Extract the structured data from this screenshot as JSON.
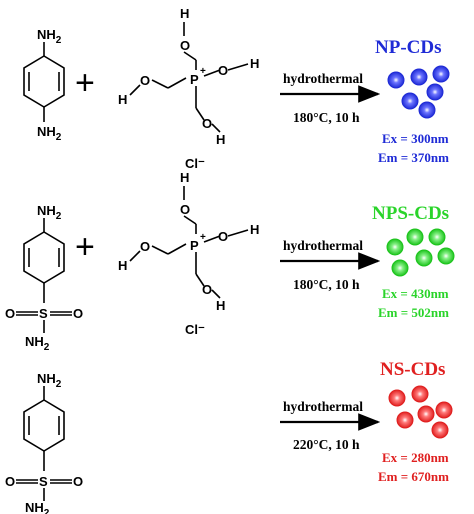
{
  "colors": {
    "np": "#1f2bd6",
    "nps": "#2ad42a",
    "ns": "#e02020"
  },
  "reactions": [
    {
      "amine": {
        "top": "NH2",
        "bottom": "NH2"
      },
      "phosphonium": {
        "charge": "+",
        "counterion": "Cl⁻"
      },
      "plus": "+",
      "condition_top": "hydrothermal",
      "condition_bottom": "180°C, 10 h",
      "product": "NP-CDs",
      "ex": "Ex = 300nm",
      "em": "Em = 370nm",
      "color_key": "np"
    },
    {
      "amine": {
        "top": "NH2",
        "bottom": "NH2",
        "sulfonyl": "S",
        "oxygen": "O"
      },
      "phosphonium": {
        "charge": "+",
        "counterion": "Cl⁻"
      },
      "plus": "+",
      "condition_top": "hydrothermal",
      "condition_bottom": "180°C, 10 h",
      "product": "NPS-CDs",
      "ex": "Ex = 430nm",
      "em": "Em = 502nm",
      "color_key": "nps"
    },
    {
      "amine": {
        "top": "NH2",
        "bottom": "NH2",
        "sulfonyl": "S",
        "oxygen": "O"
      },
      "condition_top": "hydrothermal",
      "condition_bottom": "220°C, 10 h",
      "product": "NS-CDs",
      "ex": "Ex = 280nm",
      "em": "Em = 670nm",
      "color_key": "ns"
    }
  ],
  "hydroxyl": {
    "h": "H",
    "o": "O",
    "p": "P"
  }
}
